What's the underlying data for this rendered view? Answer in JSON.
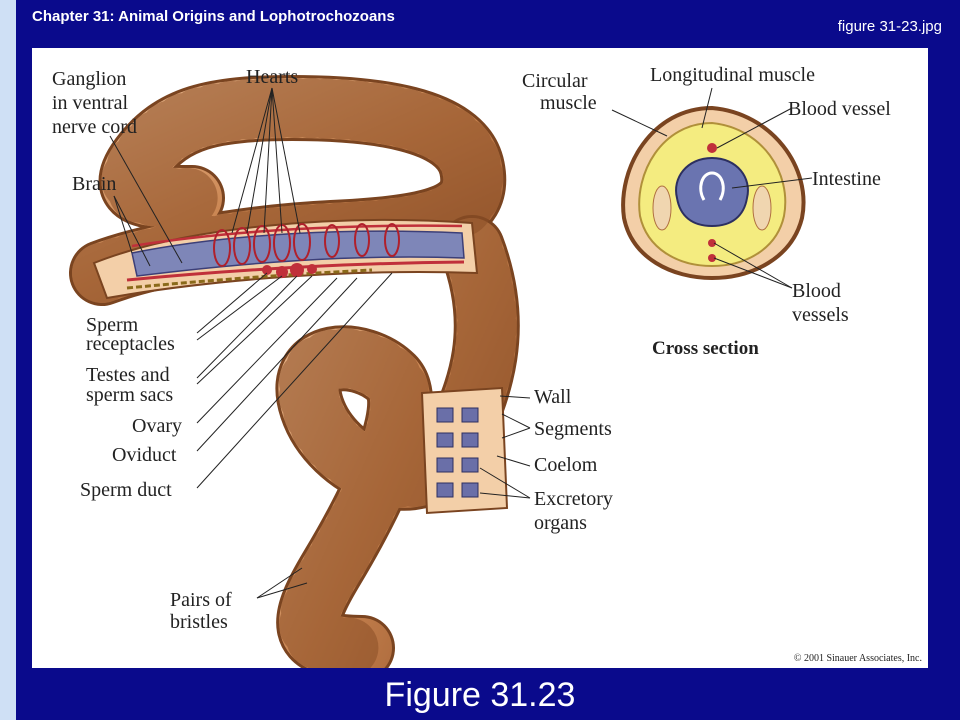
{
  "header": {
    "chapter_title": "Chapter 31: Animal Origins and Lophotrochozoans",
    "file_name": "figure 31-23.jpg"
  },
  "figure_title": "Figure 31.23",
  "diagram": {
    "labels_left": {
      "ganglion": "Ganglion in ventral nerve cord",
      "ganglion_l1": "Ganglion",
      "ganglion_l2": "in ventral",
      "ganglion_l3": "nerve cord",
      "hearts": "Hearts",
      "brain": "Brain",
      "sperm_receptacles_l1": "Sperm",
      "sperm_receptacles_l2": "receptacles",
      "testes_l1": "Testes and",
      "testes_l2": "sperm sacs",
      "ovary": "Ovary",
      "oviduct": "Oviduct",
      "sperm_duct": "Sperm duct",
      "bristles_l1": "Pairs of",
      "bristles_l2": "bristles"
    },
    "labels_right": {
      "wall": "Wall",
      "segments": "Segments",
      "coelom": "Coelom",
      "excretory_l1": "Excretory",
      "excretory_l2": "organs"
    },
    "cross_section": {
      "circular_l1": "Circular",
      "circular_l2": "muscle",
      "longitudinal": "Longitudinal muscle",
      "blood_vessel": "Blood vessel",
      "intestine": "Intestine",
      "blood_vessels_l1": "Blood",
      "blood_vessels_l2": "vessels",
      "caption": "Cross section"
    },
    "copyright": "© 2001 Sinauer Associates, Inc."
  }
}
